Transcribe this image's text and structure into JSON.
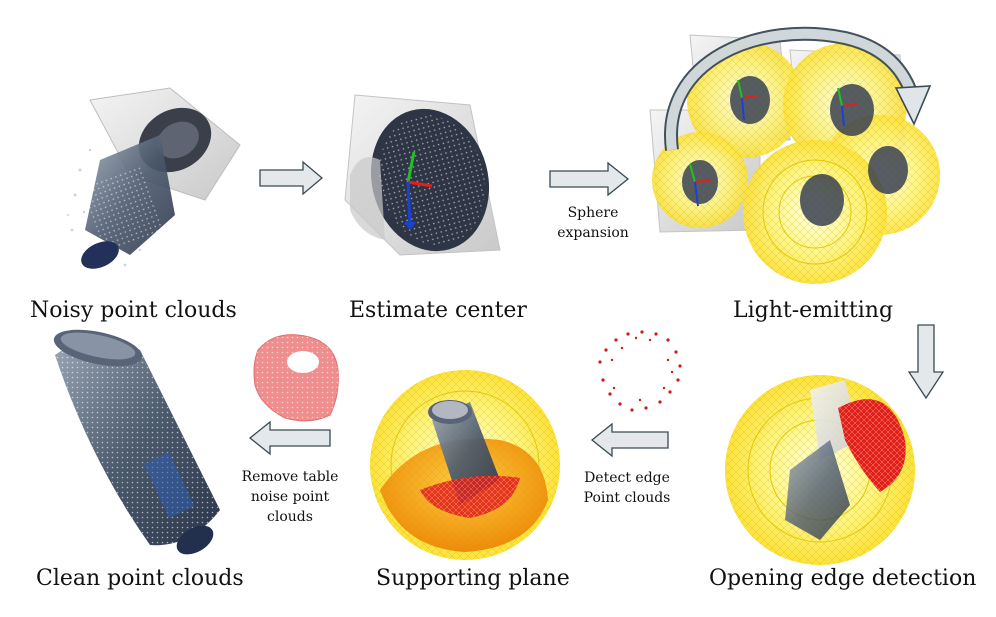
{
  "captions": {
    "noisy": "Noisy point clouds",
    "estimate": "Estimate center",
    "light": "Light-emitting",
    "opening": "Opening edge detection",
    "supporting": "Supporting plane",
    "clean": "Clean point clouds"
  },
  "notes": {
    "sphere": [
      "Sphere",
      "expansion"
    ],
    "detect": [
      "Detect edge",
      "Point clouds"
    ],
    "remove": [
      "Remove table",
      "noise point",
      "clouds"
    ]
  },
  "colors": {
    "arrow_fill": "#e4e8ea",
    "arrow_stroke": "#3a4a52",
    "sphere_yellow": "#fff27a",
    "edge_red": "#e0201a",
    "plane_orange": "#f59a10",
    "bottle_dark": "#3e4a5c",
    "table_pink": "#ee8a8a"
  }
}
